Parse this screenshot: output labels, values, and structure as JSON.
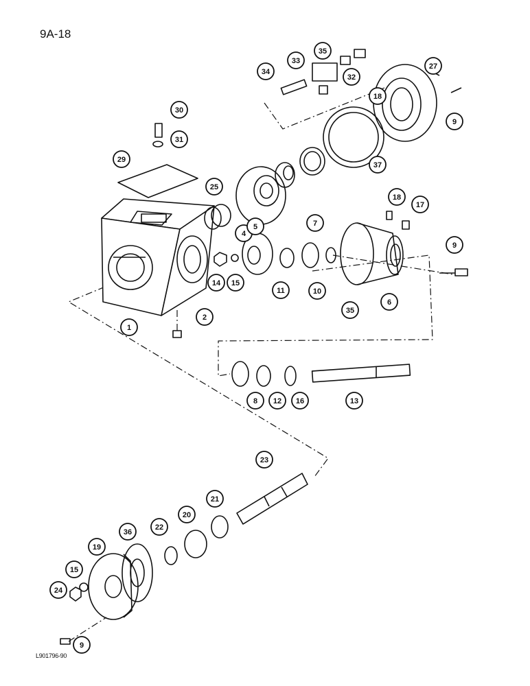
{
  "page_number": "9A-18",
  "figure_code": "L901796-90",
  "callouts": [
    "1",
    "2",
    "4",
    "5",
    "6",
    "7",
    "8",
    "9",
    "9",
    "9",
    "10",
    "11",
    "12",
    "13",
    "14",
    "15",
    "15",
    "16",
    "17",
    "18",
    "18",
    "19",
    "20",
    "21",
    "22",
    "23",
    "24",
    "25",
    "27",
    "29",
    "30",
    "31",
    "32",
    "33",
    "34",
    "35",
    "35",
    "36",
    "37"
  ]
}
